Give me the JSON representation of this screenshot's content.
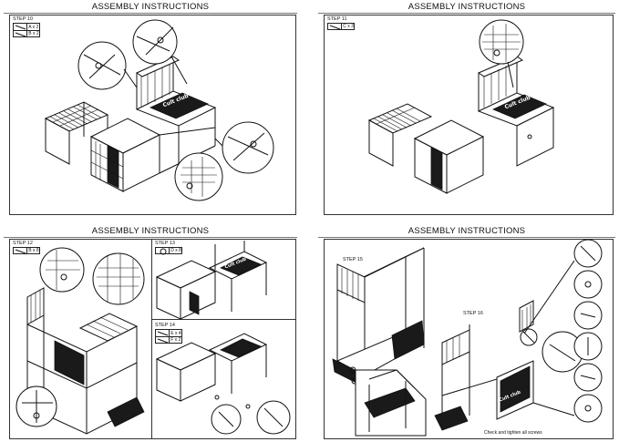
{
  "panels": [
    {
      "title": "ASSEMBLY INSTRUCTIONS",
      "steps": [
        {
          "label": "STEP 10",
          "parts": [
            {
              "icon": "screwdriver-icon",
              "text": "A x 2"
            },
            {
              "icon": "screwdriver-icon",
              "text": "B x 2"
            }
          ]
        }
      ],
      "logo": "Cult club"
    },
    {
      "title": "ASSEMBLY INSTRUCTIONS",
      "steps": [
        {
          "label": "STEP 11",
          "parts": [
            {
              "icon": "screwdriver-icon",
              "text": "C x 3"
            }
          ]
        }
      ],
      "logo": "Cult club"
    },
    {
      "title": "ASSEMBLY INSTRUCTIONS",
      "steps": [
        {
          "label": "STEP 12",
          "parts": [
            {
              "icon": "screwdriver-icon",
              "text": "B x 8"
            }
          ]
        },
        {
          "label": "STEP 13",
          "parts": [
            {
              "icon": "screw-icon",
              "text": "D x 8"
            }
          ]
        },
        {
          "label": "STEP 14",
          "parts": [
            {
              "icon": "screwdriver-icon",
              "text": "E x 4"
            },
            {
              "icon": "screwdriver-icon",
              "text": "F x 2"
            }
          ]
        }
      ],
      "logo": "Cult club"
    },
    {
      "title": "ASSEMBLY INSTRUCTIONS",
      "steps": [
        {
          "label": "STEP 15",
          "parts": []
        },
        {
          "label": "STEP 16",
          "parts": []
        }
      ],
      "caption": "Check and tighten all screws",
      "logo": "Cult club"
    }
  ]
}
